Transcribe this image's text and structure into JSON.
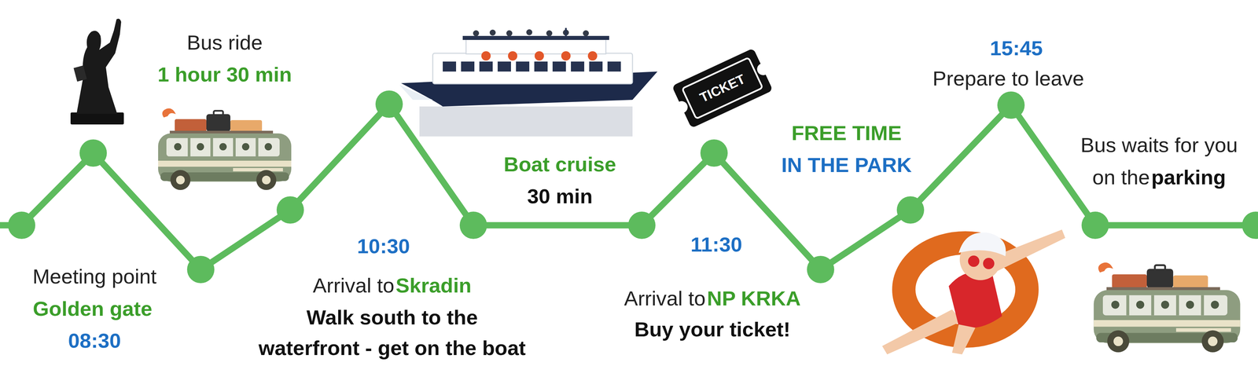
{
  "diagram": {
    "labels": [
      "Bus ride",
      "1 hour 30 min",
      "Meeting point",
      "Golden gate",
      "08:30",
      "10:30",
      "Arrival to",
      "Skradin",
      "Walk south to the",
      "waterfront - get on the boat",
      "Boat cruise",
      "30 min",
      "TICKET",
      "11:30",
      "Arrival to",
      "NP KRKA",
      "Buy your ticket!",
      "FREE TIME",
      "IN THE PARK",
      "15:45",
      "Prepare to leave",
      "Bus waits for you",
      "on the",
      "parking"
    ]
  }
}
